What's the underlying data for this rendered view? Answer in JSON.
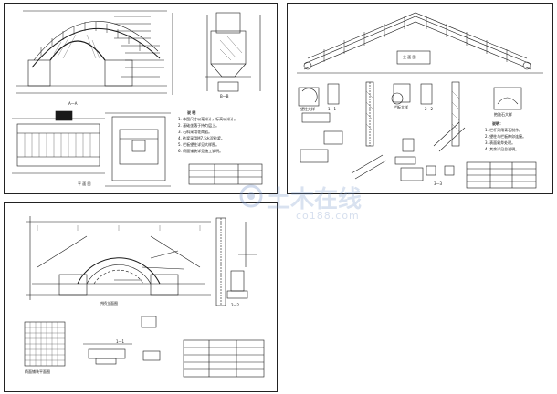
{
  "sheets": {
    "top_left": {
      "section_label_a": "A—A",
      "section_label_b": "B—B",
      "plan_label": "平 面 图",
      "notes_title": "说 明",
      "notes": [
        "1. 本图尺寸以毫米计，标高以米计。",
        "2. 基础坐落于持力层上。",
        "3. 石料采用花岗岩。",
        "4. 砂浆采用M7.5水泥砂浆。",
        "5. 栏板望柱详见大样图。",
        "6. 桥面铺装详见施工说明。"
      ]
    },
    "top_right": {
      "title_box": "立 面 图",
      "detail_labels": [
        "望柱大样",
        "栏板大样",
        "抱鼓石大样",
        "1—1",
        "2—2",
        "3—3"
      ],
      "notes_title": "说明：",
      "notes": [
        "1. 栏杆采用青石制作。",
        "2. 望柱与栏板榫卯连接。",
        "3. 表面剁斧处理。",
        "4. 其余详见总说明。"
      ]
    },
    "bottom_left": {
      "arch_title": "拱桥立面图",
      "plan_title": "桥面铺装平面图",
      "section_1": "1—1",
      "section_2": "2—2"
    }
  },
  "watermark": {
    "main": "土木在线",
    "sub": "co188.com"
  },
  "colors": {
    "line": "#1a1a1a",
    "hatch": "#333333",
    "watermark": "#7896c8"
  }
}
